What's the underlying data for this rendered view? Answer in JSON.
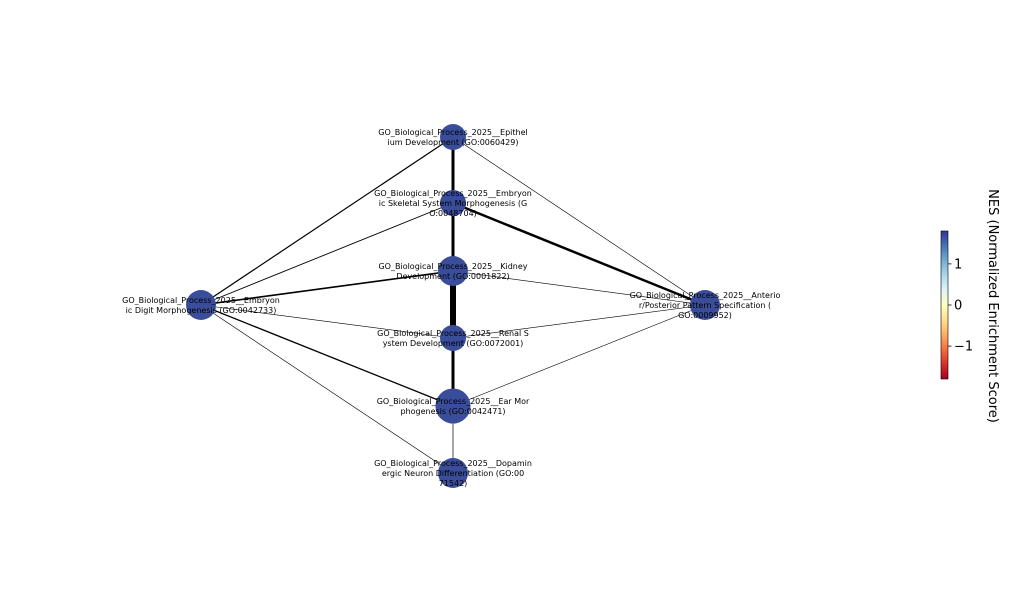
{
  "chart_data": {
    "type": "network",
    "node_color": "#3a4d9a",
    "edge_color": "#000000",
    "nodes": [
      {
        "id": "epithelium",
        "label_lines": [
          "GO_Biological_Process_2025__Epithel",
          "ium Development (GO:0060429)"
        ],
        "size": 1.0
      },
      {
        "id": "skeletal",
        "label_lines": [
          "GO_Biological_Process_2025__Embryon",
          "ic Skeletal System Morphogenesis (G",
          "O:0048704)"
        ],
        "size": 1.0
      },
      {
        "id": "kidney",
        "label_lines": [
          "GO_Biological_Process_2025__Kidney",
          "Development (GO:0001822)"
        ],
        "size": 1.15
      },
      {
        "id": "digit",
        "label_lines": [
          "GO_Biological_Process_2025__Embryon",
          "ic Digit Morphogenesis (GO:0042733)"
        ],
        "size": 1.15
      },
      {
        "id": "renal",
        "label_lines": [
          "GO_Biological_Process_2025__Renal S",
          "ystem Development (GO:0072001)"
        ],
        "size": 1.0
      },
      {
        "id": "ear",
        "label_lines": [
          "GO_Biological_Process_2025__Ear Mor",
          "phogenesis (GO:0042471)"
        ],
        "size": 1.35
      },
      {
        "id": "dopamine",
        "label_lines": [
          "GO_Biological_Process_2025__Dopamin",
          "ergic Neuron Differentiation (GO:00",
          "71542)"
        ],
        "size": 1.15
      },
      {
        "id": "ap",
        "label_lines": [
          "GO_Biological_Process_2025__Anterio",
          "r/Posterior Pattern Specification (",
          "GO:0009952)"
        ],
        "size": 1.15
      }
    ],
    "edges": [
      {
        "source": "epithelium",
        "target": "skeletal",
        "weight": 3
      },
      {
        "source": "skeletal",
        "target": "kidney",
        "weight": 3
      },
      {
        "source": "kidney",
        "target": "renal",
        "weight": 6
      },
      {
        "source": "renal",
        "target": "ear",
        "weight": 3
      },
      {
        "source": "ear",
        "target": "dopamine",
        "weight": 0.7
      },
      {
        "source": "skeletal",
        "target": "ap",
        "weight": 2.5
      },
      {
        "source": "epithelium",
        "target": "ap",
        "weight": 0.6
      },
      {
        "source": "kidney",
        "target": "ap",
        "weight": 0.6
      },
      {
        "source": "renal",
        "target": "ap",
        "weight": 0.6
      },
      {
        "source": "ear",
        "target": "ap",
        "weight": 0.6
      },
      {
        "source": "digit",
        "target": "epithelium",
        "weight": 1.2
      },
      {
        "source": "digit",
        "target": "skeletal",
        "weight": 0.9
      },
      {
        "source": "digit",
        "target": "kidney",
        "weight": 1.6
      },
      {
        "source": "digit",
        "target": "renal",
        "weight": 0.6
      },
      {
        "source": "digit",
        "target": "ear",
        "weight": 1.3
      },
      {
        "source": "digit",
        "target": "dopamine",
        "weight": 0.6
      }
    ],
    "colorbar": {
      "label": "NES (Normalized Enrichment Score)",
      "range": [
        -1.8,
        1.8
      ],
      "ticks": [
        1,
        0,
        -1
      ],
      "tick_labels": [
        "1",
        "0",
        "−1"
      ],
      "colormap": [
        "#a50026",
        "#d73027",
        "#f46d43",
        "#fdae61",
        "#fee090",
        "#ffffbf",
        "#e0f3f8",
        "#abd9e9",
        "#74add1",
        "#4575b4",
        "#313695"
      ]
    }
  }
}
